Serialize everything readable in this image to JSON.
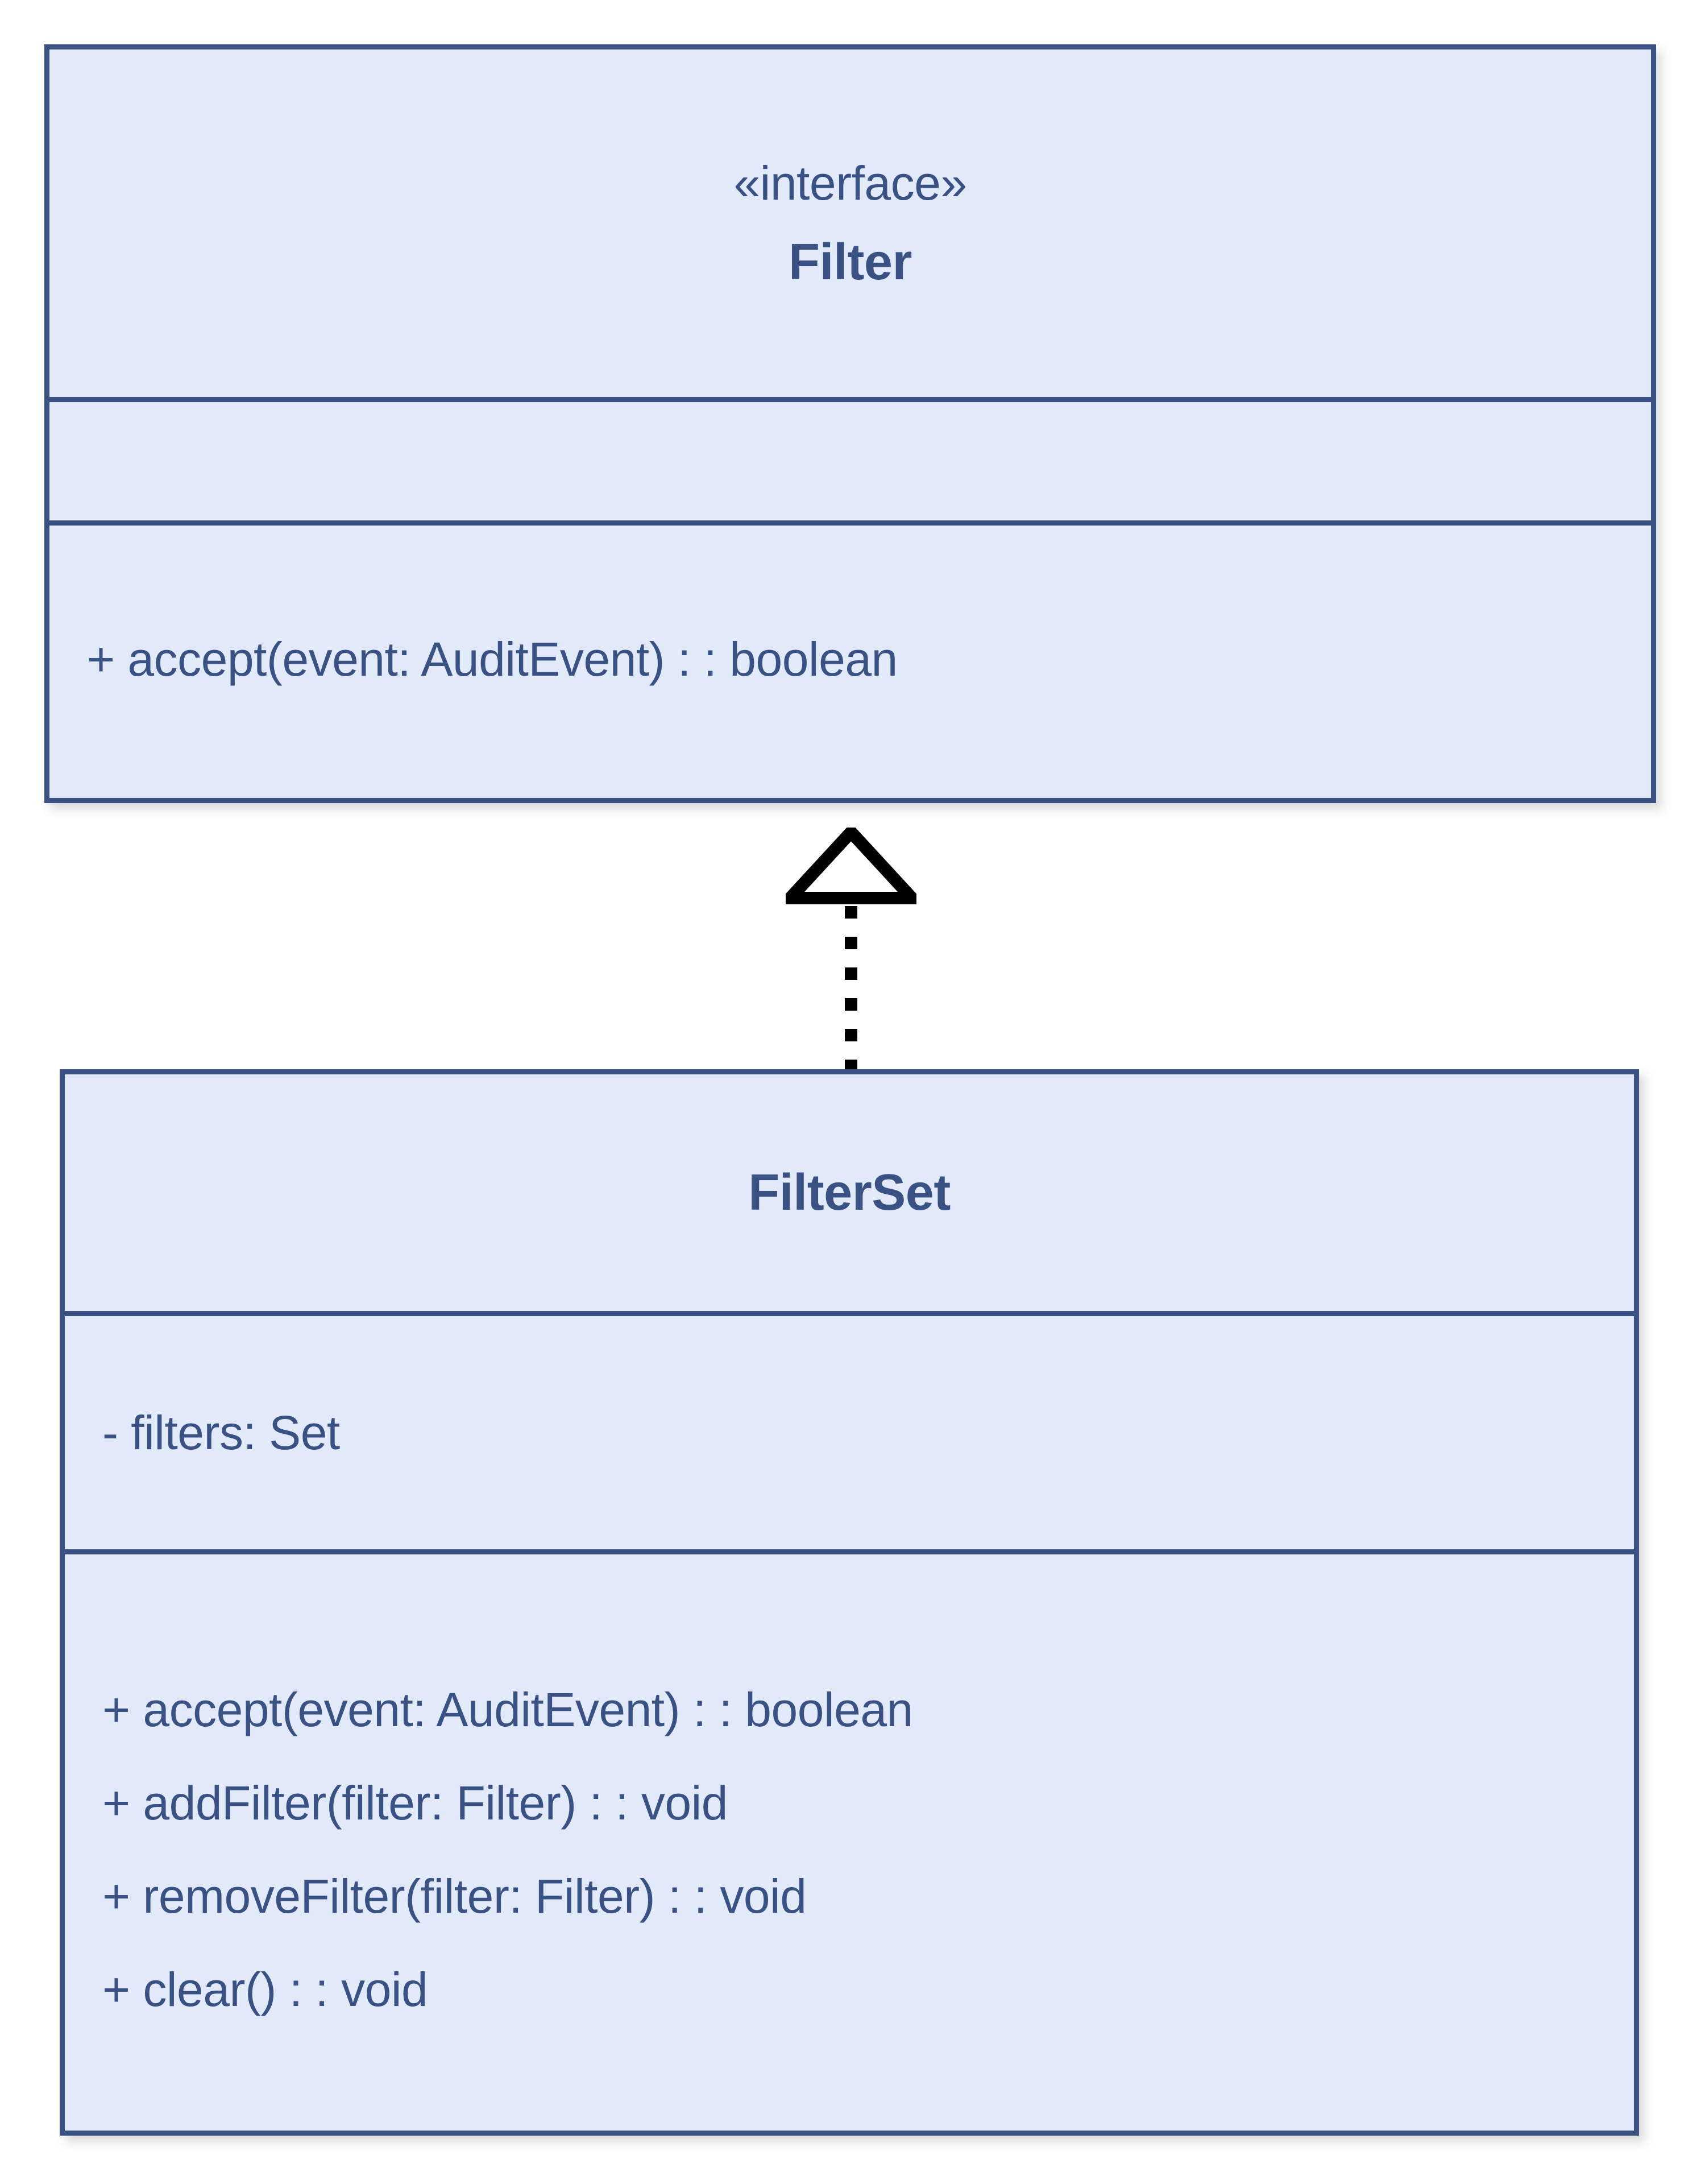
{
  "diagram": {
    "type": "uml-class-diagram",
    "background_color": "#ffffff",
    "box_fill_color": "#e2eafa",
    "box_border_color": "#3b5183",
    "text_color": "#3a5184"
  },
  "classes": [
    {
      "id": "filter",
      "stereotype": "«interface»",
      "name": "Filter",
      "attributes": [],
      "methods": [
        "+ accept(event: AuditEvent) : : boolean"
      ]
    },
    {
      "id": "filterset",
      "stereotype": "",
      "name": "FilterSet",
      "attributes": [
        "- filters: Set"
      ],
      "methods": [
        "+ accept(event: AuditEvent) : : boolean",
        "+ addFilter(filter: Filter) : : void",
        "+ removeFilter(filter: Filter) : : void",
        "+ clear() : : void"
      ]
    }
  ],
  "relationships": [
    {
      "id": "filterset-realizes-filter",
      "kind": "realization",
      "line_style": "dotted",
      "arrow_head": "hollow-triangle",
      "source": "FilterSet",
      "target": "Filter",
      "stroke_color": "#000000"
    }
  ]
}
